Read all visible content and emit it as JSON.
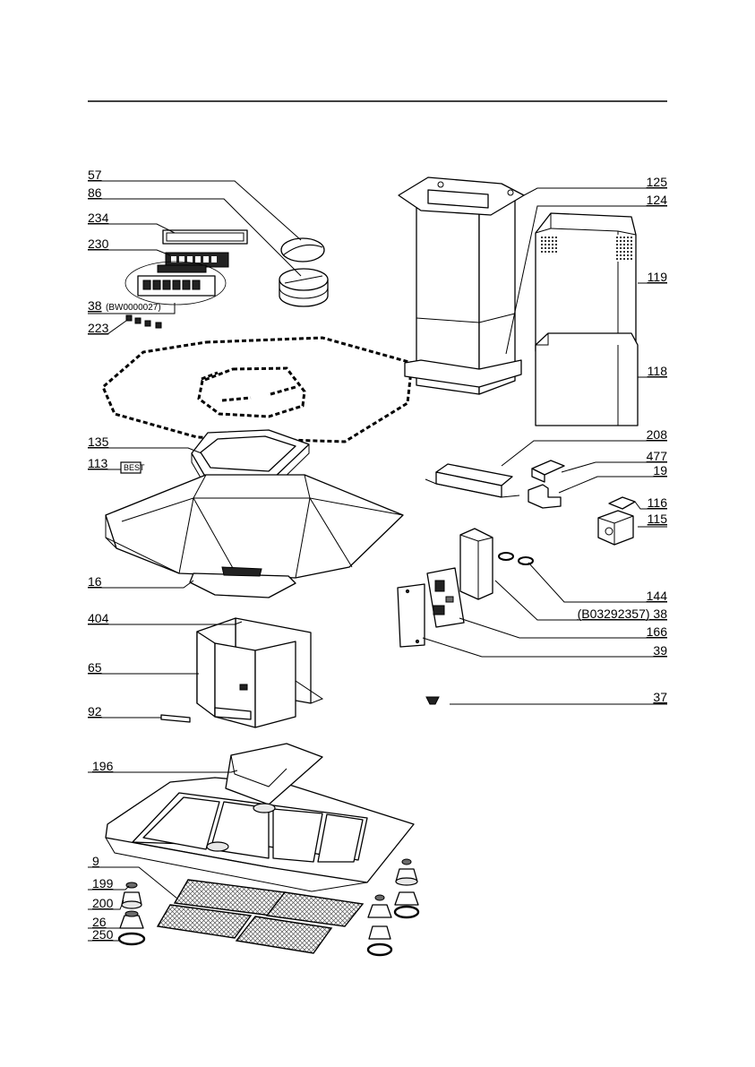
{
  "parts": {
    "p57": "57",
    "p86": "86",
    "p234": "234",
    "p230": "230",
    "p38": "38",
    "p38_code": "(BW0000027)",
    "p223": "223",
    "p135": "135",
    "p113": "113",
    "p113_sticker": "BEST",
    "p16": "16",
    "p404": "404",
    "p65": "65",
    "p92": "92",
    "p196": "196",
    "p9": "9",
    "p199": "199",
    "p200": "200",
    "p26": "26",
    "p250": "250",
    "p125": "125",
    "p124": "124",
    "p119": "119",
    "p118": "118",
    "p208": "208",
    "p477": "477",
    "p19": "19",
    "p116": "116",
    "p115": "115",
    "p144": "144",
    "p38b": "(B03292357) 38",
    "p166": "166",
    "p39": "39",
    "p37": "37"
  }
}
